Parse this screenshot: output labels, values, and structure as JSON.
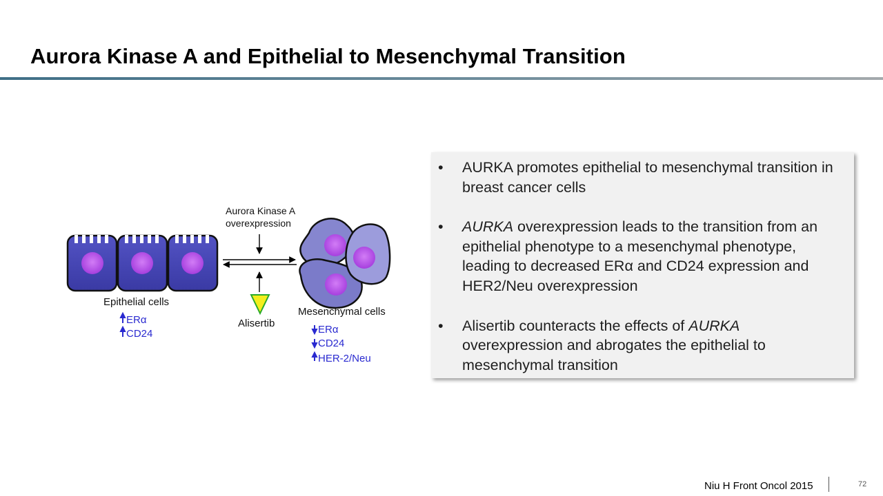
{
  "slide": {
    "title": "Aurora Kinase A and Epithelial to Mesenchymal Transition",
    "citation": "Niu H Front Oncol 2015",
    "page_number": "72"
  },
  "diagram": {
    "stimulus_label_1": "Aurora Kinase A",
    "stimulus_label_2": "overexpression",
    "inhibitor_label": "Alisertib",
    "epithelial": {
      "label": "Epithelial cells",
      "markers": [
        {
          "direction": "up",
          "text": "ERα"
        },
        {
          "direction": "up",
          "text": "CD24"
        }
      ]
    },
    "mesenchymal": {
      "label": "Mesenchymal cells",
      "markers": [
        {
          "direction": "down",
          "text": "ERα"
        },
        {
          "direction": "down",
          "text": "CD24"
        },
        {
          "direction": "up",
          "text": "HER-2/Neu"
        }
      ]
    },
    "colors": {
      "cell_fill": "#4a4ab8",
      "mesenchymal_fill": "#8a8ad2",
      "nucleus": "#b44fe6",
      "marker_text": "#2a2ad0",
      "inhibitor_fill": "#f4ee1c",
      "inhibitor_stroke": "#2aaa2a"
    }
  },
  "bullets": [
    {
      "bullet": "•",
      "parts": [
        "AURKA promotes epithelial to mesenchymal transition in breast cancer cells"
      ]
    },
    {
      "bullet": "•",
      "parts": [
        "AURKA",
        " overexpression  leads to the transition from an epithelial phenotype to a mesenchymal phenotype, leading to decreased ERα and CD24 expression and HER2/Neu overexpression"
      ]
    },
    {
      "bullet": "•",
      "parts": [
        "Alisertib counteracts the effects of ",
        "AURKA",
        " overexpression  and abrogates the epithelial to mesenchymal transition"
      ]
    }
  ]
}
